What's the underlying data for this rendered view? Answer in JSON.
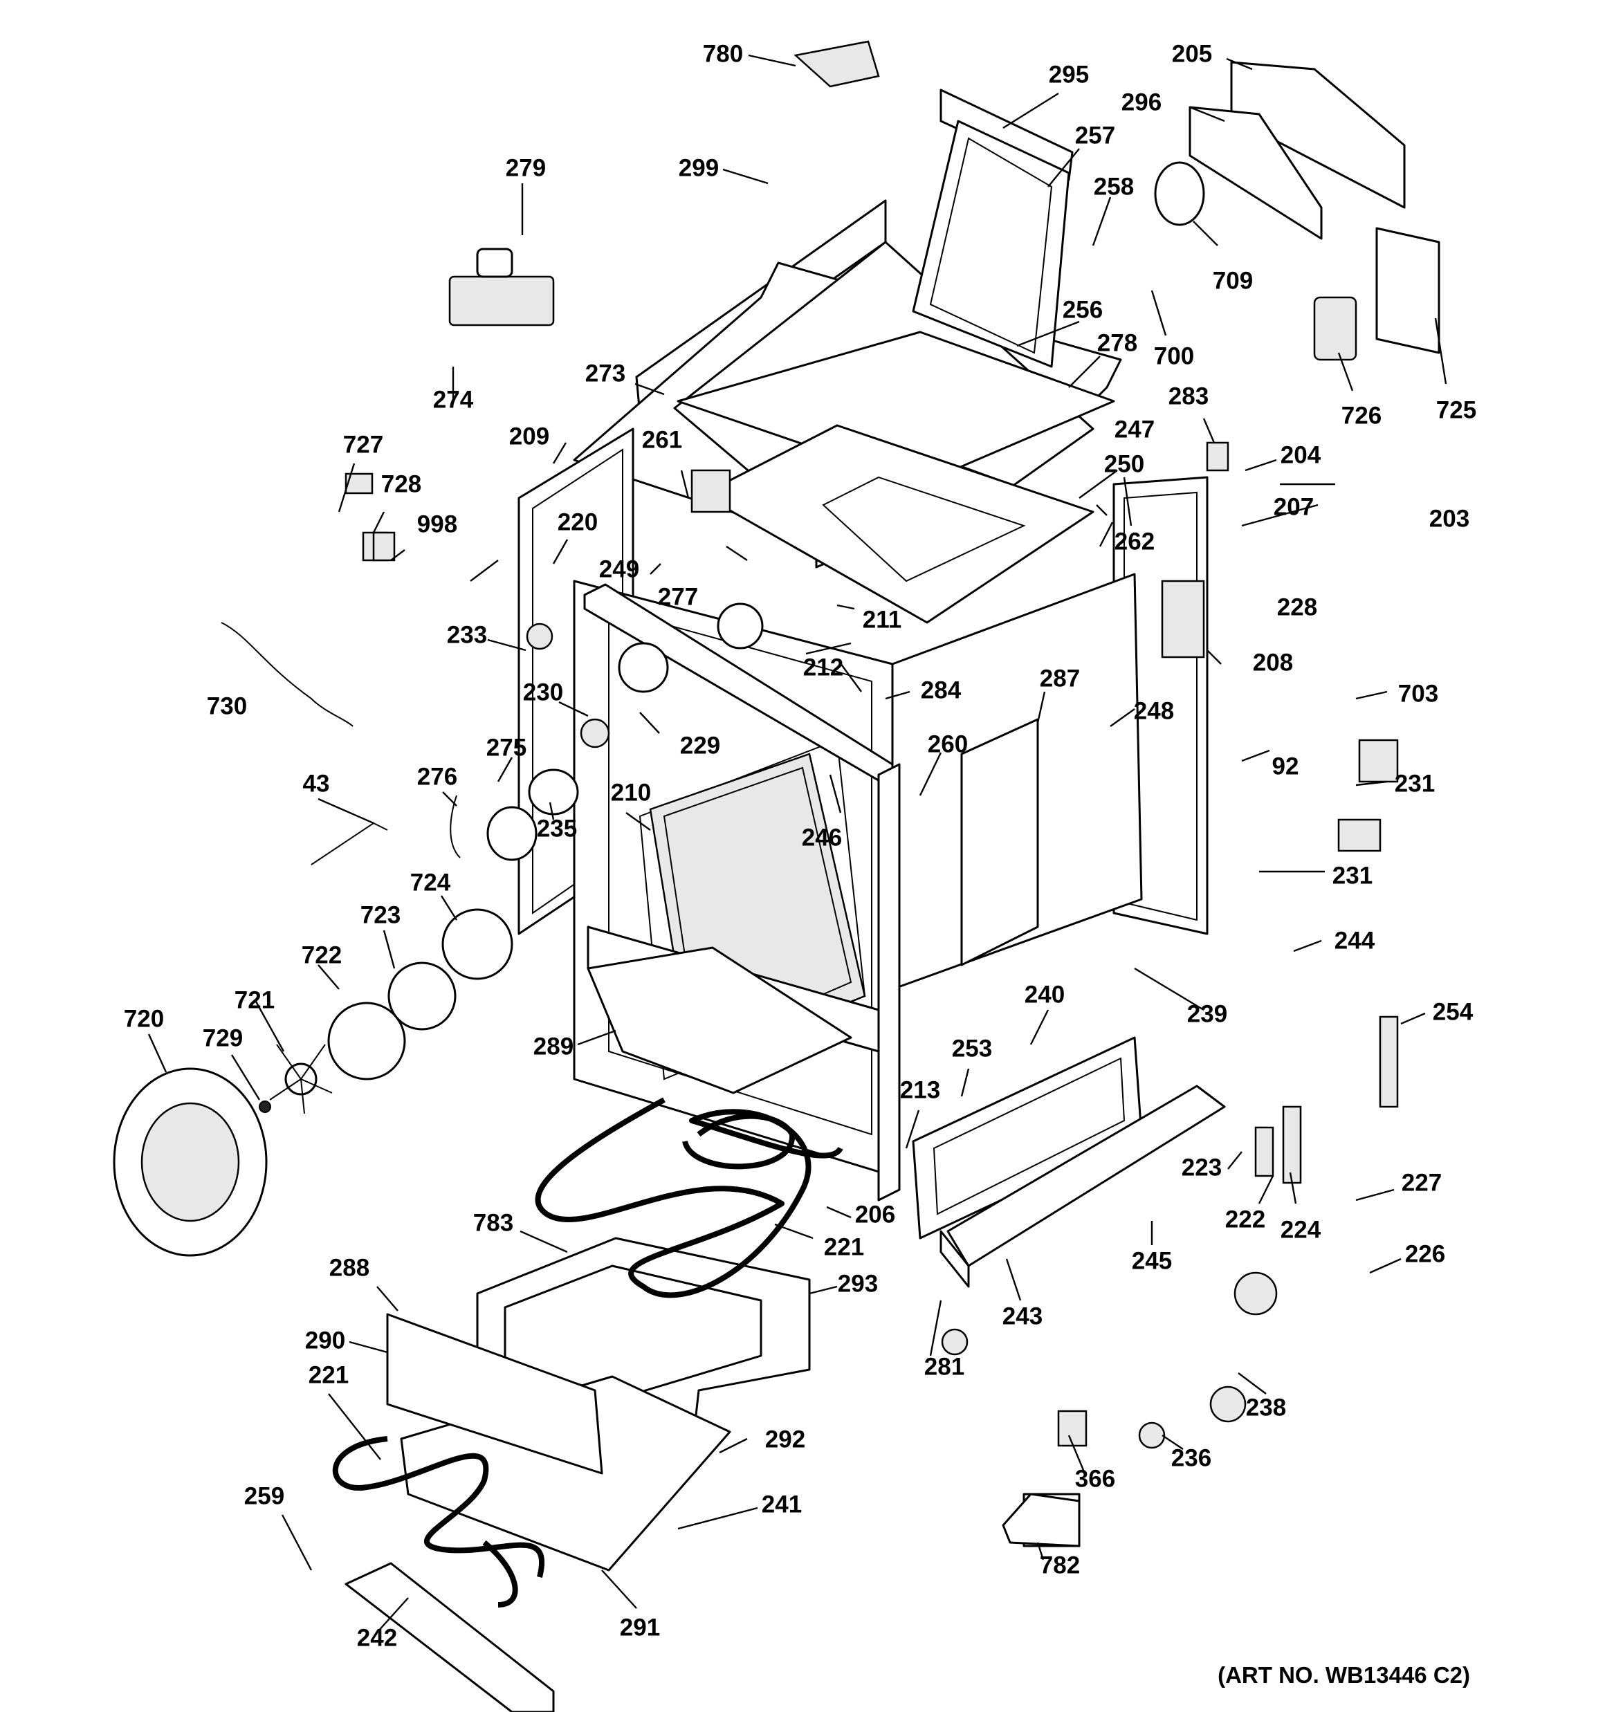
{
  "art_number": "(ART NO. WB13446 C2)",
  "callouts": [
    "780",
    "295",
    "205",
    "296",
    "257",
    "299",
    "279",
    "258",
    "709",
    "700",
    "725",
    "726",
    "256",
    "278",
    "273",
    "274",
    "283",
    "204",
    "247",
    "250",
    "209",
    "261",
    "727",
    "728",
    "998",
    "220",
    "262",
    "203",
    "207",
    "228",
    "249",
    "277",
    "211",
    "233",
    "212",
    "284",
    "208",
    "287",
    "730",
    "230",
    "229",
    "703",
    "248",
    "260",
    "92",
    "231",
    "231",
    "275",
    "276",
    "43",
    "235",
    "210",
    "246",
    "724",
    "244",
    "723",
    "722",
    "721",
    "254",
    "720",
    "729",
    "239",
    "240",
    "289",
    "253",
    "213",
    "227",
    "223",
    "222",
    "224",
    "245",
    "206",
    "783",
    "221",
    "226",
    "293",
    "243",
    "288",
    "281",
    "238",
    "290",
    "221",
    "292",
    "366",
    "236",
    "259",
    "241",
    "782",
    "242",
    "291"
  ]
}
